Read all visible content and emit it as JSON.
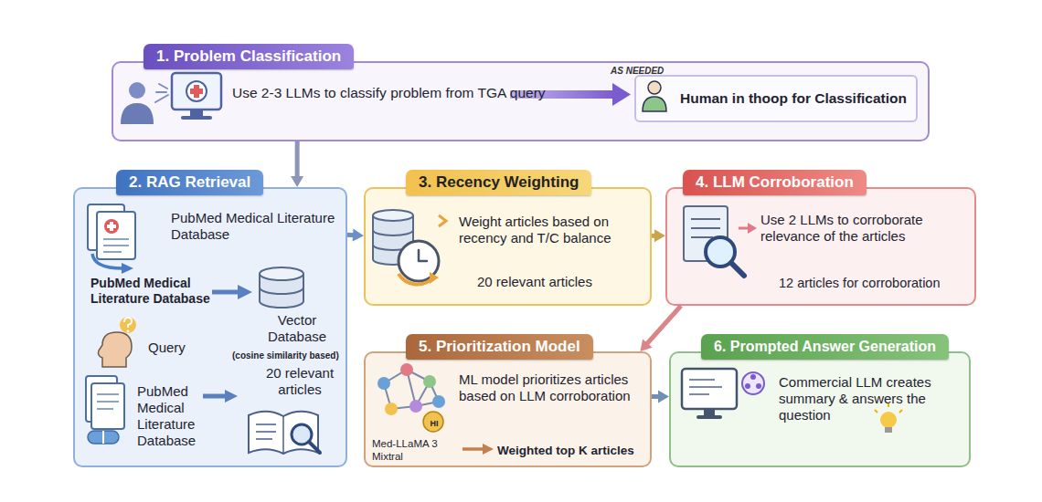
{
  "diagram": {
    "nodes": [
      {
        "text": [
          "1. Problem Classification",
          "Use 2-3 LLMs to classify problem from TGA query",
          "AS NEEDED"
        ]
      },
      {
        "text": [
          "Human in thoop for Classification"
        ],
        "in": 0
      },
      {
        "text": [
          "2. RAG Retrieval",
          "PubMed Medical Literature Database",
          "PubMed Medical Literature Database",
          "Vector Database",
          "(cosine similarity based)",
          "20 relevant articles",
          "Query",
          "PubMed Medical Literature Database"
        ]
      },
      {
        "text": [
          "3. Recency Weighting",
          "Weight articles based on recency and T/C balance",
          "20 relevant articles"
        ]
      },
      {
        "text": [
          "4. LLM Corroboration",
          "Use 2 LLMs to corroborate relevance of the articles",
          "12 articles for corroboration"
        ]
      },
      {
        "text": [
          "5. Prioritization Model",
          "ML model prioritizes articles based on LLM corroboration",
          "HI",
          "Med-LLaMA 3 Mixtral",
          "Weighted top K articles"
        ]
      },
      {
        "text": [
          "6. Prompted Answer Generation",
          "Commercial LLM creates summary & answers the question"
        ]
      }
    ],
    "edges": [
      {
        "from": 0,
        "to": 2,
        "arrow": "to"
      },
      {
        "from": 2,
        "to": 3,
        "arrow": "to"
      },
      {
        "from": 3,
        "to": 4,
        "arrow": "to"
      },
      {
        "from": 4,
        "to": 5,
        "arrow": "to"
      },
      {
        "from": 5,
        "to": 6,
        "arrow": "to"
      }
    ]
  }
}
